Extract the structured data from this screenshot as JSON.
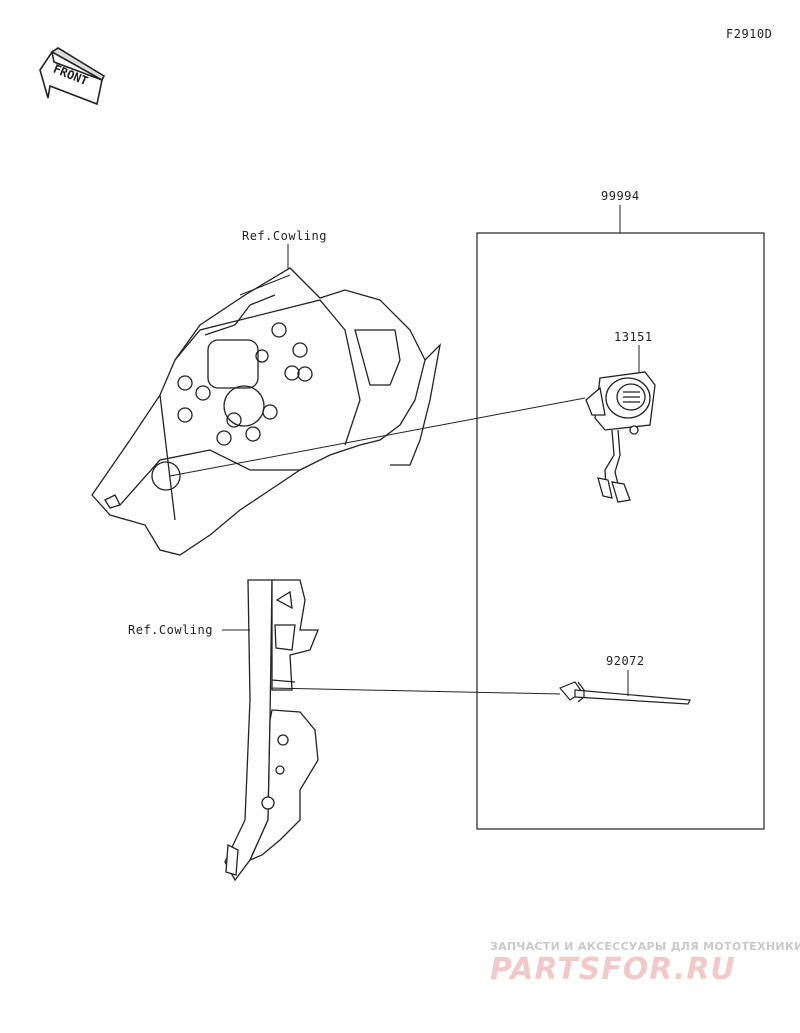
{
  "figure_code": "F2910D",
  "front_indicator": "FRONT",
  "parts": {
    "kit": "99994",
    "socket": "13151",
    "tie": "92072"
  },
  "references": {
    "upper": "Ref.Cowling",
    "lower": "Ref.Cowling"
  },
  "watermark": {
    "tagline": "ЗАПЧАСТИ И АКСЕССУАРЫ ДЛЯ МОТОТЕХНИКИ",
    "brand": "PARTSFOR.RU"
  }
}
